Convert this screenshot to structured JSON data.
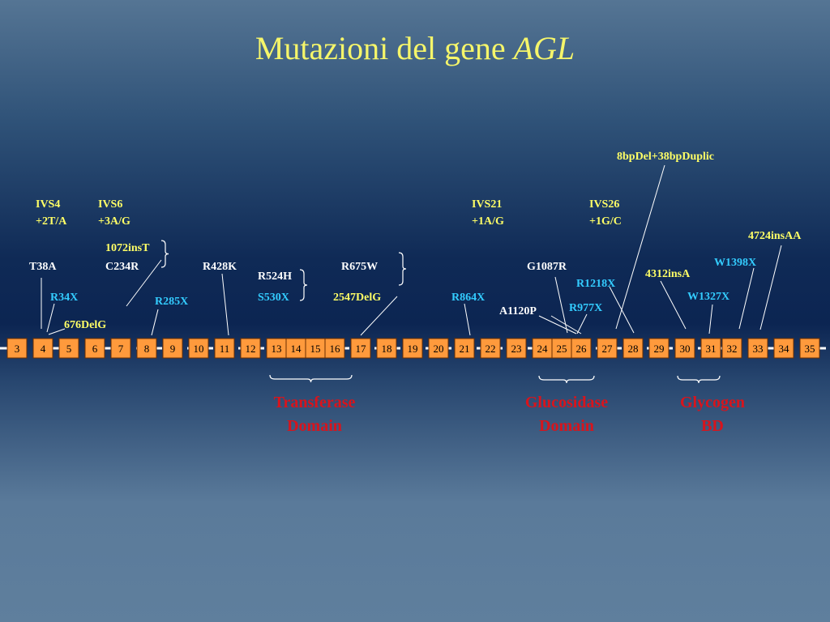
{
  "title": {
    "main": "Mutazioni del gene",
    "gene": "AGL"
  },
  "colors": {
    "title": "#f5f56a",
    "white": "#ffffff",
    "yellow": "#ffff66",
    "cyan": "#33ccff",
    "domain": "#d8141c",
    "exon_fill": "#ff9a3c",
    "exon_stroke": "#6b2e00"
  },
  "exons": [
    "3",
    "4",
    "5",
    "6",
    "7",
    "8",
    "9",
    "10",
    "11",
    "12",
    "13",
    "14",
    "15",
    "16",
    "17",
    "18",
    "19",
    "20",
    "21",
    "22",
    "23",
    "24",
    "25",
    "26",
    "27",
    "28",
    "29",
    "30",
    "31",
    "32",
    "33",
    "34",
    "35"
  ],
  "mutations": [
    {
      "key": "ivs4_a",
      "text": "IVS4",
      "color": "yellow"
    },
    {
      "key": "ivs4_b",
      "text": "+2T/A",
      "color": "yellow"
    },
    {
      "key": "ivs6_a",
      "text": "IVS6",
      "color": "yellow"
    },
    {
      "key": "ivs6_b",
      "text": "+3A/G",
      "color": "yellow"
    },
    {
      "key": "ins1072",
      "text": "1072insT",
      "color": "yellow"
    },
    {
      "key": "t38a",
      "text": "T38A",
      "color": "white"
    },
    {
      "key": "c234r",
      "text": "C234R",
      "color": "white"
    },
    {
      "key": "r428k",
      "text": "R428K",
      "color": "white"
    },
    {
      "key": "r524h",
      "text": "R524H",
      "color": "white"
    },
    {
      "key": "r675w",
      "text": "R675W",
      "color": "white"
    },
    {
      "key": "r34x",
      "text": "R34X",
      "color": "cyan"
    },
    {
      "key": "r285x",
      "text": "R285X",
      "color": "cyan"
    },
    {
      "key": "del676",
      "text": "676DelG",
      "color": "yellow"
    },
    {
      "key": "s530x",
      "text": "S530X",
      "color": "cyan"
    },
    {
      "key": "del2547",
      "text": "2547DelG",
      "color": "yellow"
    },
    {
      "key": "r864x",
      "text": "R864X",
      "color": "cyan"
    },
    {
      "key": "ivs21_a",
      "text": "IVS21",
      "color": "yellow"
    },
    {
      "key": "ivs21_b",
      "text": "+1A/G",
      "color": "yellow"
    },
    {
      "key": "ivs26_a",
      "text": "IVS26",
      "color": "yellow"
    },
    {
      "key": "ivs26_b",
      "text": "+1G/C",
      "color": "yellow"
    },
    {
      "key": "dup8bp",
      "text": "8bpDel+38bpDuplic",
      "color": "yellow"
    },
    {
      "key": "g1087r",
      "text": "G1087R",
      "color": "white"
    },
    {
      "key": "r1218x",
      "text": "R1218X",
      "color": "cyan"
    },
    {
      "key": "a1120p",
      "text": "A1120P",
      "color": "white"
    },
    {
      "key": "r977x",
      "text": "R977X",
      "color": "cyan"
    },
    {
      "key": "ins4312",
      "text": "4312insA",
      "color": "yellow"
    },
    {
      "key": "ins4724",
      "text": "4724insAA",
      "color": "yellow"
    },
    {
      "key": "w1398x",
      "text": "W1398X",
      "color": "cyan"
    },
    {
      "key": "w1327x",
      "text": "W1327X",
      "color": "cyan"
    }
  ],
  "domains": [
    {
      "key": "transferase",
      "line1": "Transferase",
      "line2": "Domain"
    },
    {
      "key": "glucosidase",
      "line1": "Glucosidase",
      "line2": "Domain"
    },
    {
      "key": "glycogen",
      "line1": "Glycogen",
      "line2": "BD"
    }
  ]
}
